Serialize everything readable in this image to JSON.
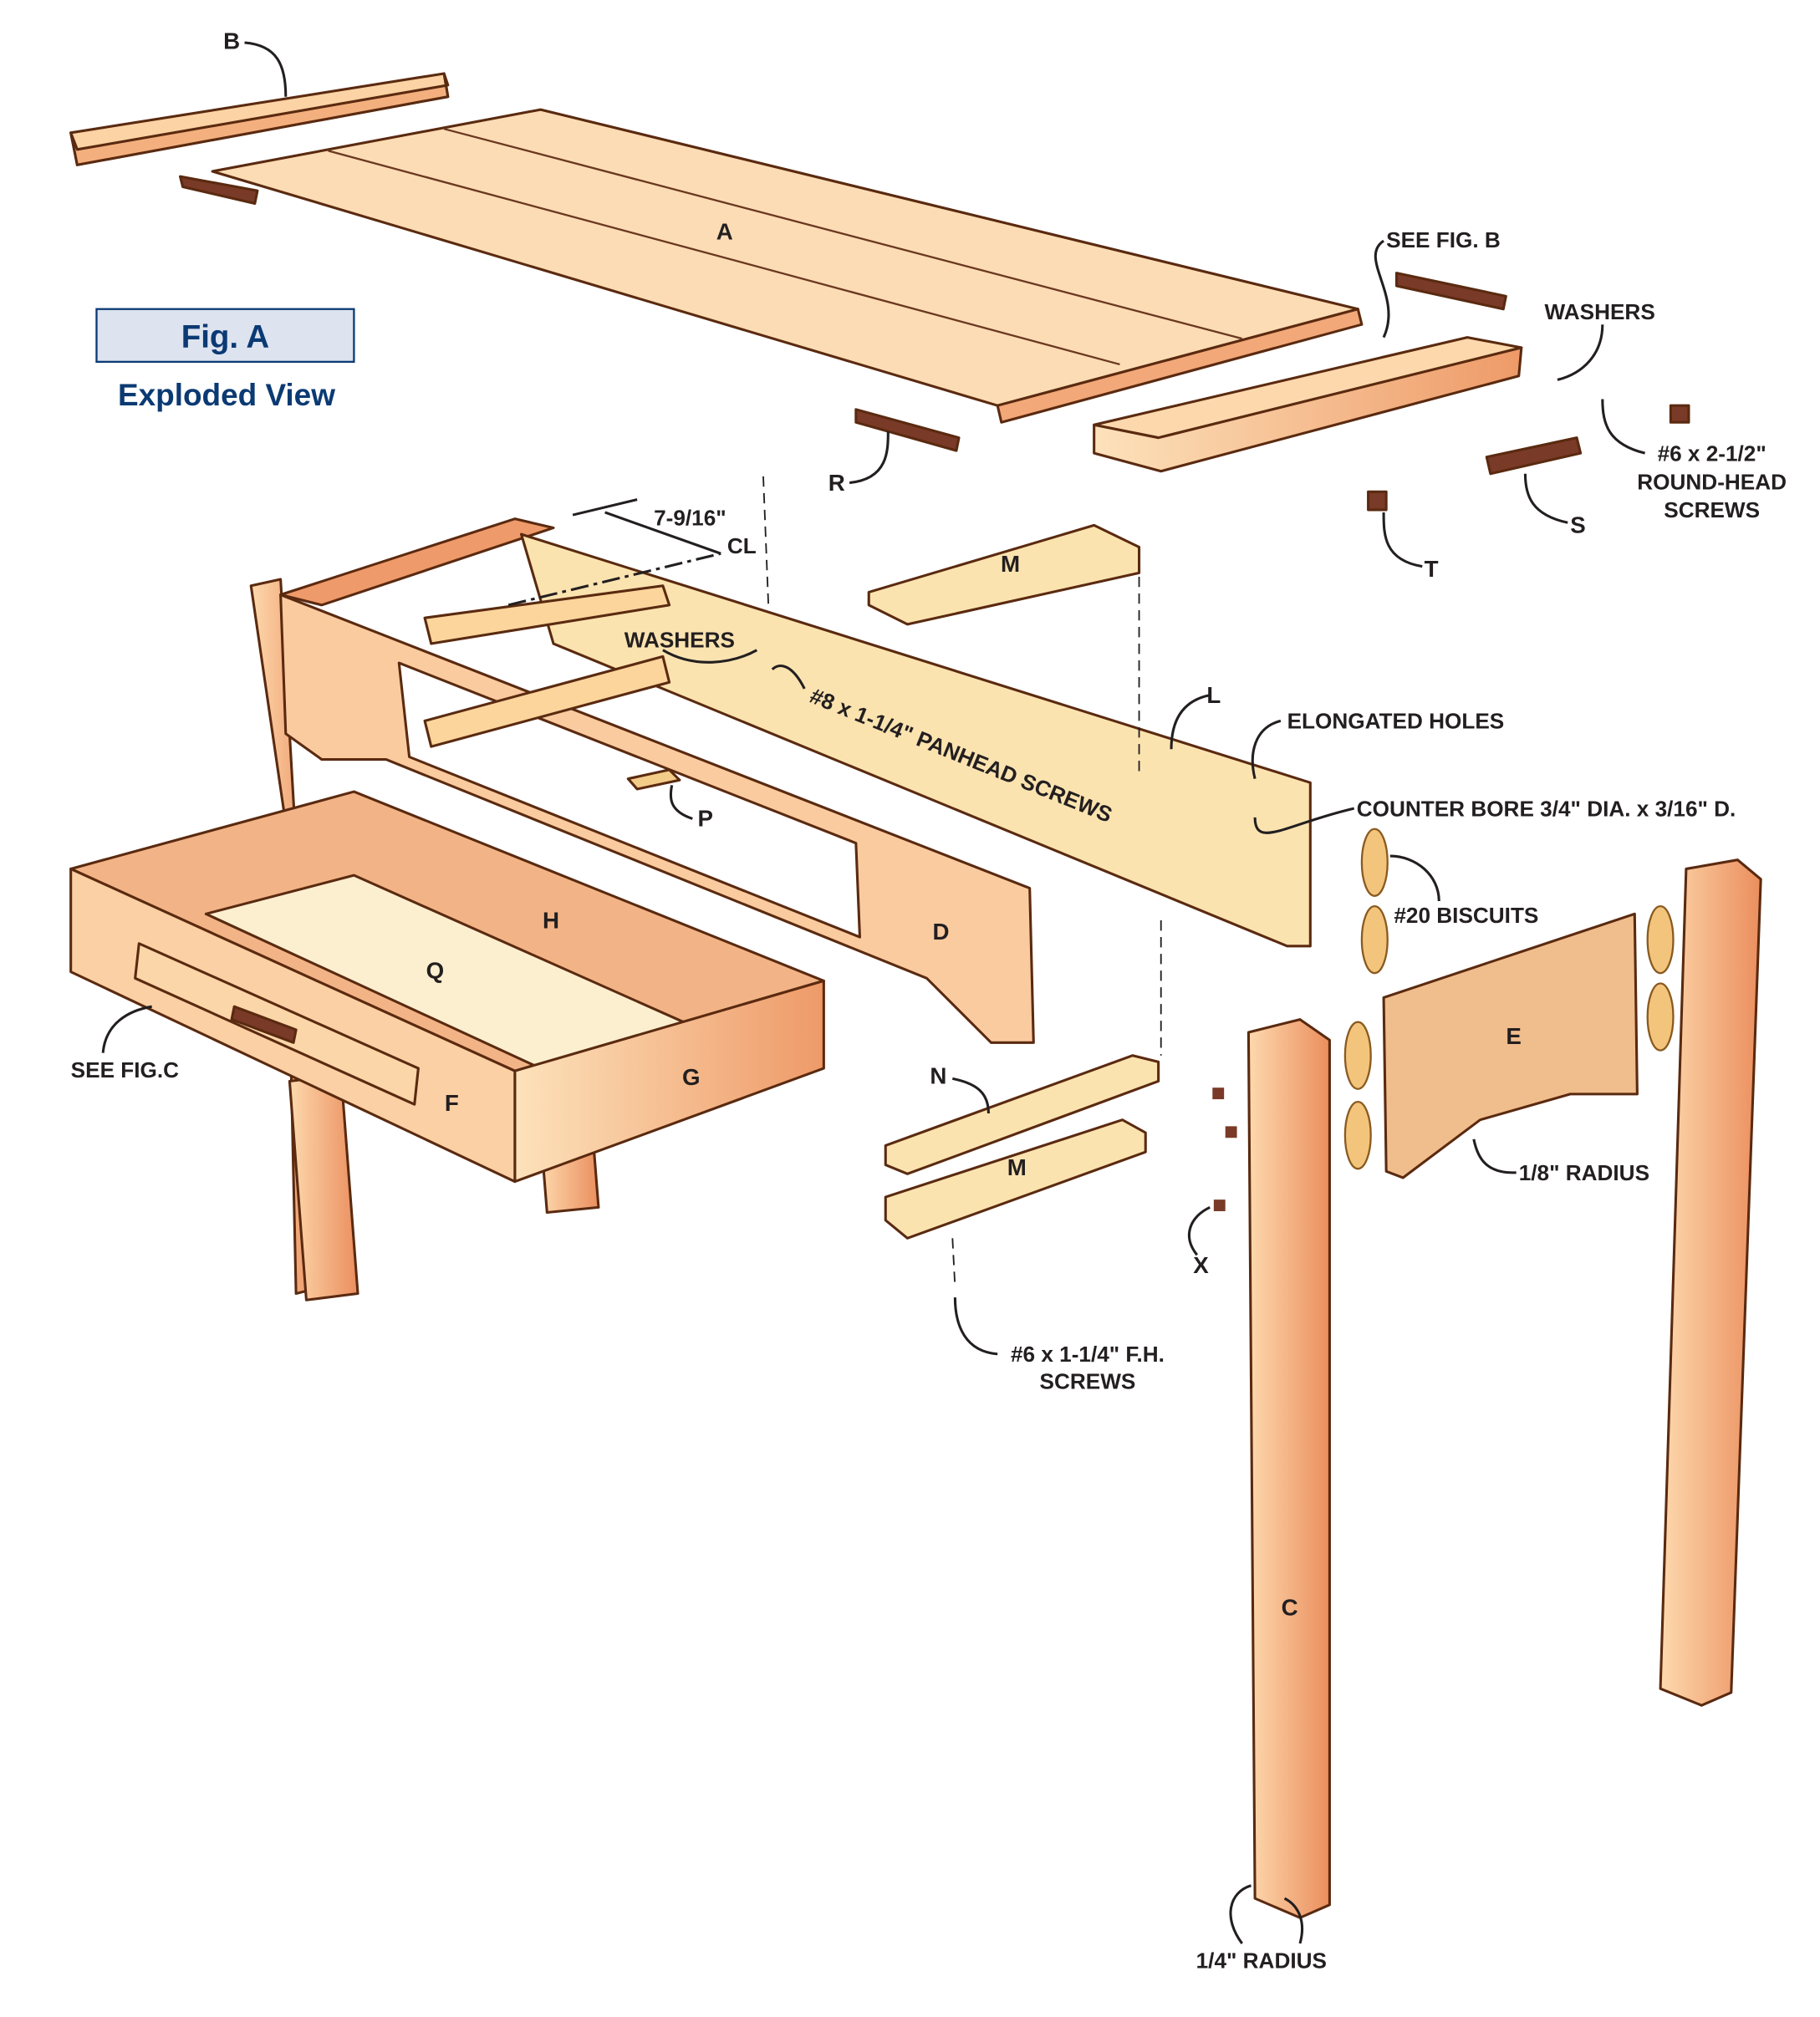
{
  "figure": {
    "title": "Fig. A",
    "subtitle": "Exploded View"
  },
  "parts": {
    "A": "A",
    "B": "B",
    "C": "C",
    "D": "D",
    "E": "E",
    "F": "F",
    "G": "G",
    "H": "H",
    "L": "L",
    "M_top": "M",
    "M_bottom": "M",
    "N": "N",
    "P": "P",
    "Q": "Q",
    "R": "R",
    "S": "S",
    "T": "T",
    "X": "X"
  },
  "callouts": {
    "see_fig_b": "SEE FIG. B",
    "washers_top": "WASHERS",
    "round_head_1": "#6 x 2-1/2\"",
    "round_head_2": "ROUND-HEAD",
    "round_head_3": "SCREWS",
    "dimension": "7-9/16\"",
    "centerline": "CL",
    "washers_mid": "WASHERS",
    "panhead": "#8 x 1-1/4\" PANHEAD SCREWS",
    "elongated": "ELONGATED HOLES",
    "counter_bore": "COUNTER BORE 3/4\" DIA. x 3/16\" D.",
    "biscuits": "#20 BISCUITS",
    "see_fig_c": "SEE FIG.C",
    "radius_18": "1/8\" RADIUS",
    "fh_1": "#6 x 1-1/4\" F.H.",
    "fh_2": "SCREWS",
    "radius_14": "1/4\" RADIUS"
  },
  "colors": {
    "wood_light": "#fcd9a8",
    "wood_mid": "#f7b888",
    "wood_dark": "#e8875a",
    "pale": "#fbe7b5",
    "walnut": "#7a3a28",
    "title_blue": "#0b3a73",
    "title_box": "#dde3ef"
  }
}
